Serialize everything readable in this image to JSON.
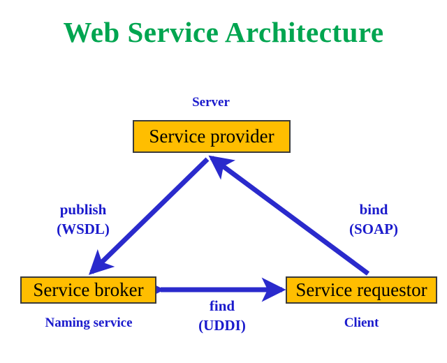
{
  "page": {
    "title": "Web Service Architecture",
    "background": "#ffffff"
  },
  "colors": {
    "title_green": "#00a550",
    "label_blue": "#1a1acc",
    "arrow_blue": "#2a2acc",
    "box_fill": "#ffbe00",
    "box_border": "#3a3a3a",
    "box_text": "#000000"
  },
  "nodes": [
    {
      "id": "provider",
      "label": "Service provider",
      "role_caption": "Server",
      "caption_position": "above"
    },
    {
      "id": "broker",
      "label": "Service broker",
      "role_caption": "Naming service",
      "caption_position": "below"
    },
    {
      "id": "requestor",
      "label": "Service requestor",
      "role_caption": "Client",
      "caption_position": "below"
    }
  ],
  "edges": [
    {
      "id": "publish",
      "from": "provider",
      "to": "broker",
      "label": "publish",
      "protocol": "(WSDL)",
      "direction": "one-way"
    },
    {
      "id": "bind",
      "from": "requestor",
      "to": "provider",
      "label": "bind",
      "protocol": "(SOAP)",
      "direction": "one-way"
    },
    {
      "id": "find",
      "from": "requestor",
      "to": "broker",
      "label": "find",
      "protocol": "(UDDI)",
      "direction": "two-way"
    }
  ]
}
